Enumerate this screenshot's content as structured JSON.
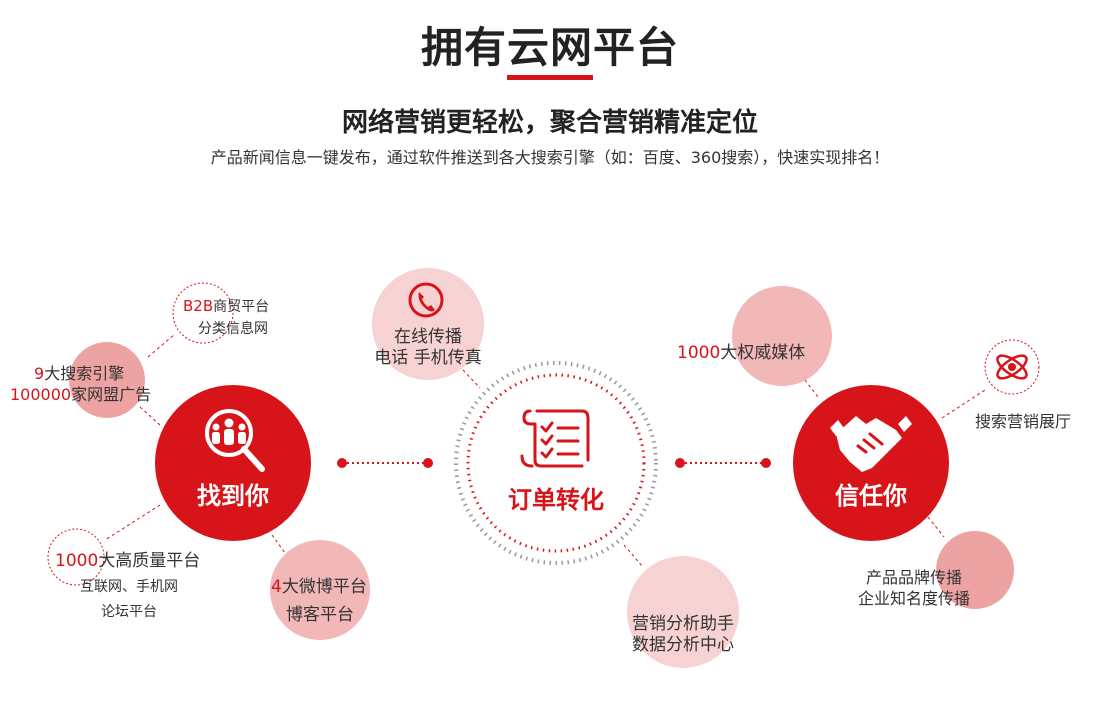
{
  "header": {
    "title": "拥有云网平台",
    "subtitle": "网络营销更轻松，聚合营销精准定位",
    "description": "产品新闻信息一键发布，通过软件推送到各大搜索引擎（如：百度、360搜索），快速实现排名！"
  },
  "hubs": {
    "left": "找到你",
    "center": "订单转化",
    "right": "信任你"
  },
  "left": {
    "b2b_prefix": "B2B",
    "b2b_suffix": "商贸平台",
    "b2b_line2": "分类信息网",
    "search_num": "9",
    "search_text": "大搜索引擎",
    "ad_num": "100000",
    "ad_text": "家网盟广告",
    "quality_num": "1000",
    "quality_text": "大高质量平台",
    "quality_line2": "互联网、手机网",
    "quality_line3": "论坛平台",
    "weibo_num": "4",
    "weibo_text": "大微博平台",
    "weibo_line2": "博客平台"
  },
  "center": {
    "online_line1": "在线传播",
    "online_line2": "电话 手机传真",
    "analysis_line1": "营销分析助手",
    "analysis_line2": "数据分析中心"
  },
  "right": {
    "media_num": "1000",
    "media_text": "大权威媒体",
    "hall": "搜索营销展厅",
    "brand_line1": "产品品牌传播",
    "brand_line2": "企业知名度传播"
  },
  "colors": {
    "accent": "#d7141a",
    "pink_dark": "#eea3a3",
    "pink_light": "#f6d2d2",
    "pink_mid": "#f2b7b7"
  }
}
